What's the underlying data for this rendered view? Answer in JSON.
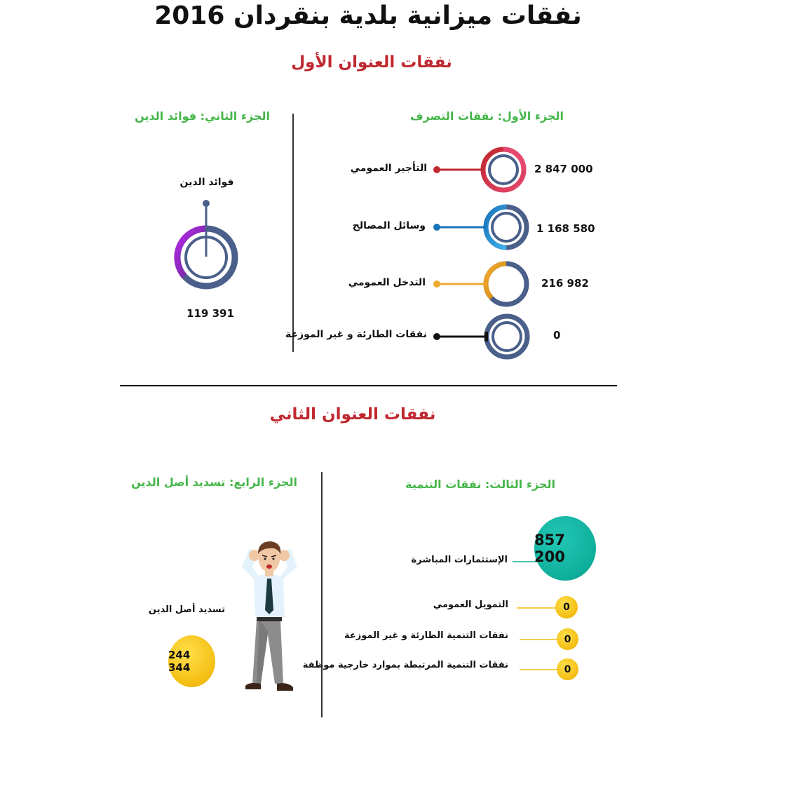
{
  "title": "نفقات ميزانية بلدية بنقردان  2016",
  "section1": {
    "heading": "نفقات العنوان الأول",
    "part1": {
      "heading": "الجزء الأول: نفقات التصرف",
      "items": [
        {
          "label": "التأجير العمومي",
          "value": "2 847 000",
          "color": "#c0282f"
        },
        {
          "label": "وسائل المصالح",
          "value": "1 168 580",
          "color": "#1a73b8"
        },
        {
          "label": "التدخل العمومي",
          "value": "216 982",
          "color": "#f0a830"
        },
        {
          "label": "نفقات الطارئة و غير الموزعة",
          "value": "0",
          "color": "#111111"
        }
      ]
    },
    "part2": {
      "heading": "الجزء الثاني: فوائد الدين",
      "item_label": "فوائد الدين",
      "value": "119 391",
      "color": "#8a2be2"
    }
  },
  "section2": {
    "heading": "نفقات العنوان الثاني",
    "part3": {
      "heading": "الجزء الثالث: نفقات التنمية",
      "main": {
        "label": "الإستثمارات المباشرة",
        "value": "857 200"
      },
      "items": [
        {
          "label": "التمويل العمومي",
          "value": "0"
        },
        {
          "label": "نفقات التنمية الطارئة و غير الموزعة",
          "value": "0"
        },
        {
          "label": "نفقات التنمية المرتبطة بموارد خارجية موظفة",
          "value": "0"
        }
      ]
    },
    "part4": {
      "heading": "الجزء الرابع: تسديد أصل الدين",
      "item_label": "تسديد أصل الدين",
      "value": "244 344"
    }
  }
}
